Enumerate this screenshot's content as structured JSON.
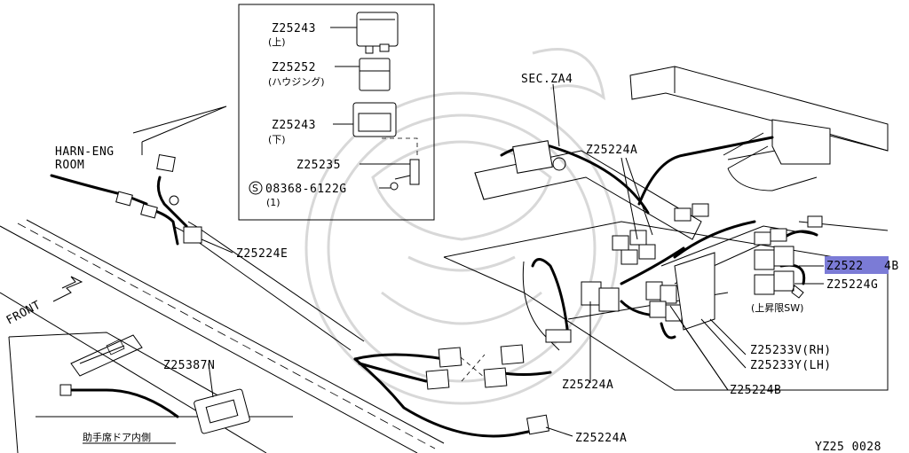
{
  "labels": {
    "harn_eng_room_line1": "HARN-ENG",
    "harn_eng_room_line2": "ROOM",
    "front": "FRONT",
    "inset_relay_upper_code": "Z25243",
    "inset_relay_upper_note": "(上)",
    "inset_housing_code": "Z25252",
    "inset_housing_note": "(ハウジング)",
    "inset_relay_lower_code": "Z25243",
    "inset_relay_lower_note": "(下)",
    "inset_bracket_code": "Z25235",
    "inset_screw_code": "08368-6122G",
    "inset_screw_qty": "(1)",
    "inset_screw_symbol": "S",
    "sec_za4": "SEC.ZA4",
    "z25224a_top": "Z25224A",
    "z25224e": "Z25224E",
    "z25224b_highlight_part1": "Z2522",
    "z25224b_highlight_part2": "4B",
    "z25224g": "Z25224G",
    "upper_limit_sw": "(上昇限SW)",
    "z25233v": "Z25233V(RH)",
    "z25233y": "Z25233Y(LH)",
    "z25224b_bottom": "Z25224B",
    "z25224a_mid": "Z25224A",
    "z25387n": "Z25387N",
    "z25224a_bottom": "Z25224A",
    "passenger_door_inside": "助手席ドア内側",
    "diagram_id": "YZ25 0028"
  },
  "colors": {
    "highlight": "#7b7bd6",
    "watermark": "#d8d8d8"
  }
}
